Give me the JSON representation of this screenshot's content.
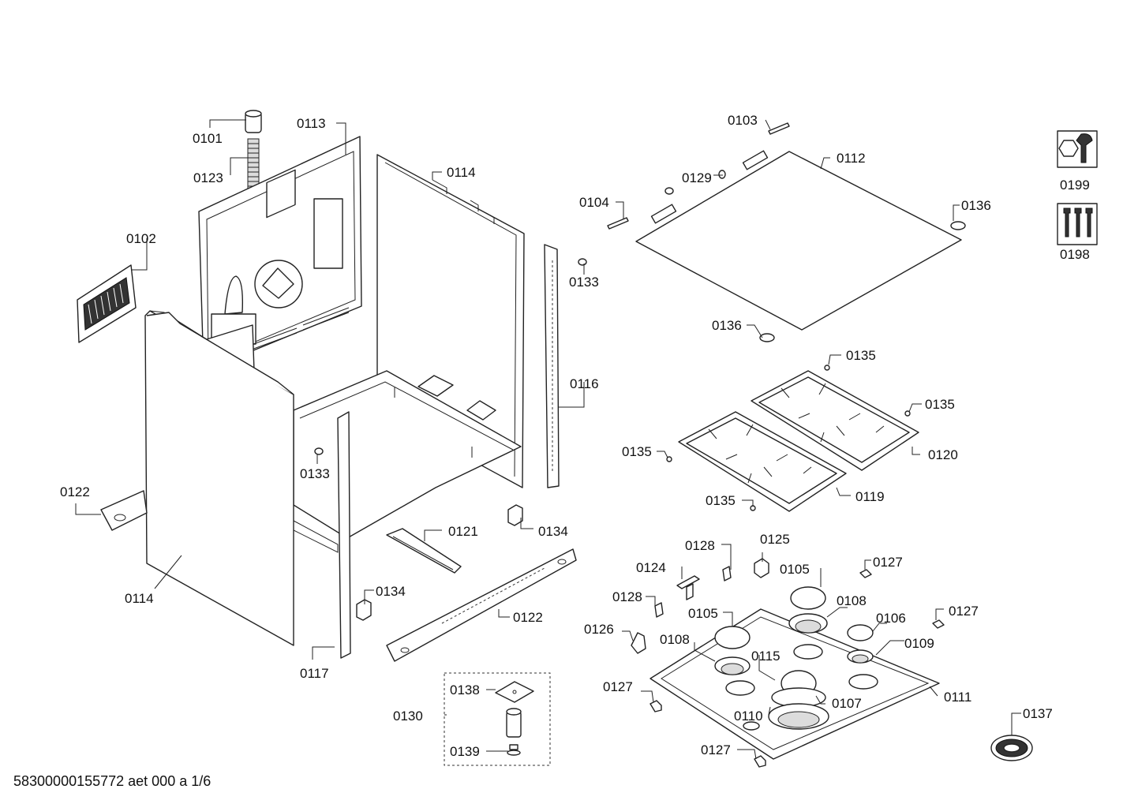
{
  "labels": {
    "p0101": "0101",
    "p0102": "0102",
    "p0103": "0103",
    "p0104": "0104",
    "p0105a": "0105",
    "p0105b": "0105",
    "p0106": "0106",
    "p0107": "0107",
    "p0108a": "0108",
    "p0108b": "0108",
    "p0109": "0109",
    "p0110": "0110",
    "p0111": "0111",
    "p0112": "0112",
    "p0113": "0113",
    "p0114a": "0114",
    "p0114b": "0114",
    "p0115": "0115",
    "p0116": "0116",
    "p0117": "0117",
    "p0119": "0119",
    "p0120": "0120",
    "p0121": "0121",
    "p0122a": "0122",
    "p0122b": "0122",
    "p0123": "0123",
    "p0124": "0124",
    "p0125": "0125",
    "p0126": "0126",
    "p0127a": "0127",
    "p0127b": "0127",
    "p0127c": "0127",
    "p0127d": "0127",
    "p0128a": "0128",
    "p0128b": "0128",
    "p0129": "0129",
    "p0130": "0130",
    "p0133a": "0133",
    "p0133b": "0133",
    "p0134a": "0134",
    "p0134b": "0134",
    "p0135a": "0135",
    "p0135b": "0135",
    "p0135c": "0135",
    "p0135d": "0135",
    "p0136a": "0136",
    "p0136b": "0136",
    "p0137": "0137",
    "p0138": "0138",
    "p0139": "0139",
    "p0198": "0198",
    "p0199": "0199"
  },
  "icons": {
    "tool": "wrench-nut-icon",
    "screws": "screw-set-icon"
  },
  "footer": "58300000155772 aet 000 a 1/6"
}
